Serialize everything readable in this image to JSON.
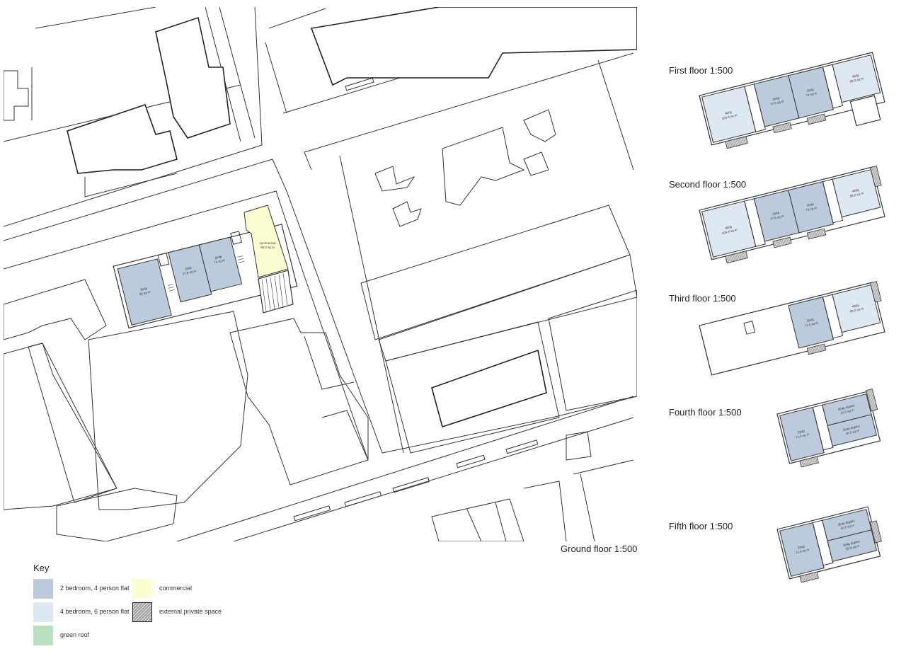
{
  "ground_floor": {
    "title": "Ground floor 1:500",
    "units": [
      {
        "type": "2b4p",
        "area": "92 sq m"
      },
      {
        "type": "2b4p",
        "area": "77.8 sq m"
      },
      {
        "type": "2b4p",
        "area": "74 sq m"
      },
      {
        "type": "commercial",
        "area": "94.0 sq m"
      }
    ]
  },
  "floors": [
    {
      "title": "First floor 1:500",
      "units": [
        {
          "type": "4b6p",
          "area": "104.4 sq m"
        },
        {
          "type": "2b4p",
          "area": "77.8 sq m"
        },
        {
          "type": "2b4p",
          "area": "74 sq m"
        },
        {
          "type": "4b6p",
          "area": "99.2 sq m"
        }
      ]
    },
    {
      "title": "Second floor 1:500",
      "units": [
        {
          "type": "4b6p",
          "area": "104.4 sq m"
        },
        {
          "type": "2b4p",
          "area": "77.8 sq m"
        },
        {
          "type": "2b4p",
          "area": "74 sq m"
        },
        {
          "type": "4b6p",
          "area": "99.2 sq m"
        }
      ]
    },
    {
      "title": "Third floor 1:500",
      "units": [
        {
          "type": "2b4p",
          "area": "71.0 sq m"
        },
        {
          "type": "4b6p",
          "area": "99.2 sq m"
        }
      ]
    },
    {
      "title": "Fourth floor 1:500",
      "units": [
        {
          "type": "2b4p",
          "area": "71.0 sq m"
        },
        {
          "type": "2b4p duplex",
          "area": "41.5 sq m"
        },
        {
          "type": "2b4p duplex",
          "area": "46.5 sq m"
        }
      ]
    },
    {
      "title": "Fifth floor 1:500",
      "units": [
        {
          "type": "2b4p",
          "area": "71.0 sq m"
        },
        {
          "type": "2b4p duplex",
          "area": "41.5 sq m"
        },
        {
          "type": "2b4p duplex",
          "area": "33.8 sq m"
        }
      ]
    }
  ],
  "key": {
    "title": "Key",
    "items": [
      {
        "label": "2 bedroom, 4 person flat",
        "color": "#bccbdb"
      },
      {
        "label": "4 bedroom, 6 person flat",
        "color": "#dde8f3"
      },
      {
        "label": "green roof",
        "color": "#b8dfc0"
      },
      {
        "label": "commercial",
        "color": "#fdfdd2"
      },
      {
        "label": "external private space",
        "color": "hatched"
      }
    ]
  }
}
